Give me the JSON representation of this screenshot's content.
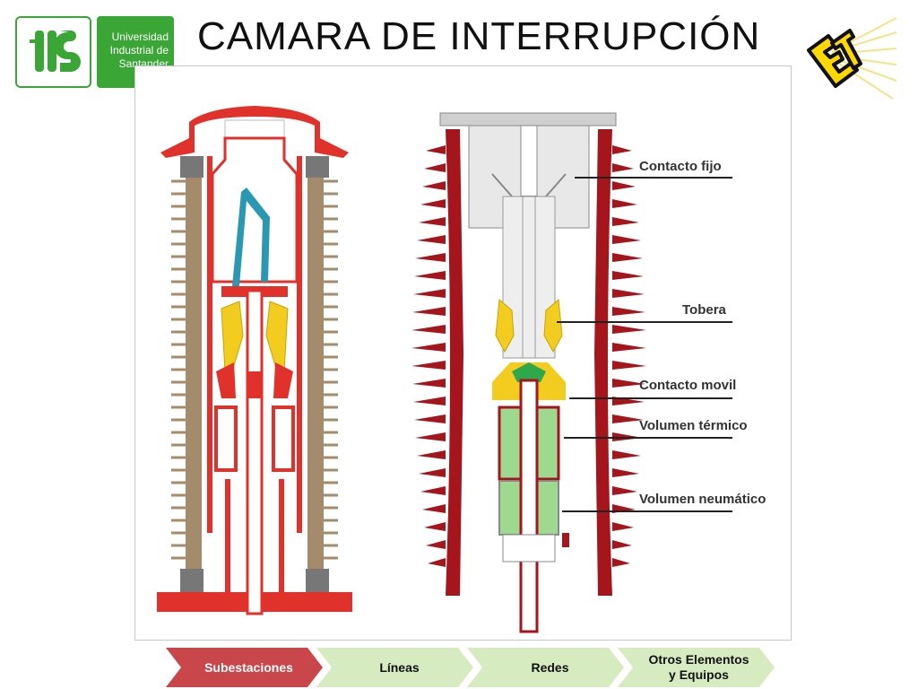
{
  "header": {
    "title": "CAMARA DE INTERRUPCIÓN",
    "logo_monogram": "UIS",
    "logo_university": [
      "Universidad",
      "Industrial de",
      "Santander"
    ],
    "logo_right_text": "ET"
  },
  "figure": {
    "labels": {
      "contacto_fijo": "Contacto fijo",
      "tobera": "Tobera",
      "contacto_movil": "Contacto movil",
      "volumen_termico": "Volumen térmico",
      "volumen_neumatico": "Volumen neumático"
    }
  },
  "nav": {
    "tabs": [
      {
        "label": "Subestaciones",
        "active": true
      },
      {
        "label": "Líneas",
        "active": false
      },
      {
        "label": "Redes",
        "active": false
      },
      {
        "label": "Otros Elementos y Equipos",
        "active": false
      }
    ]
  },
  "colors": {
    "brand_green": "#3aa635",
    "active_tab": "#c9474a",
    "inactive_tab": "#d7ebc0",
    "insulator_red": "#a5151c",
    "body_red": "#e0322b",
    "insulator_tan": "#a38b6b",
    "contact_yellow": "#f2cc1e",
    "link_teal": "#2a98b3",
    "volume_green": "#9fd88f"
  }
}
